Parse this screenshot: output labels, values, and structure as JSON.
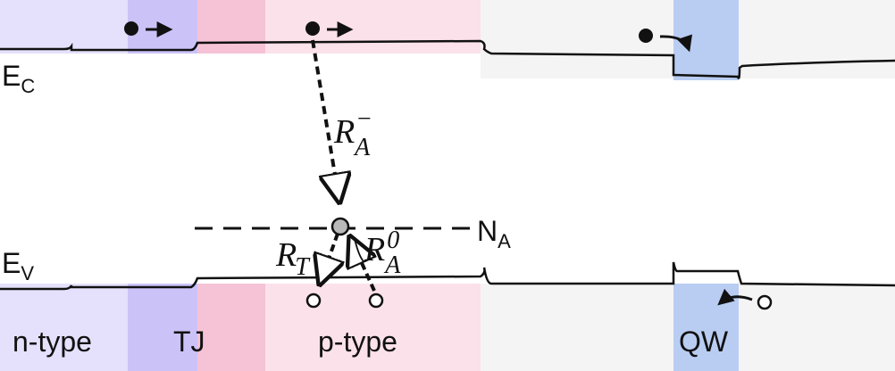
{
  "regions": {
    "n_type": "n-type",
    "tj": "TJ",
    "p_type": "p-type",
    "qw": "QW"
  },
  "band_labels": {
    "ec_main": "E",
    "ec_sub": "C",
    "ev_main": "E",
    "ev_sub": "V",
    "na_main": "N",
    "na_sub": "A"
  },
  "rates": {
    "ra_minus_main": "R",
    "ra_minus_sub": "A",
    "ra_minus_sup": "−",
    "rt_main": "R",
    "rt_sub": "T",
    "ra0_main": "R",
    "ra0_sub": "A",
    "ra0_sup": "0"
  },
  "colors": {
    "n_type": "#e5e0fb",
    "tj_left": "#cbc3f8",
    "tj_right": "#f5c2d6",
    "p_type": "#fbe1ea",
    "undoped": "#f4f4f4",
    "qw": "#b9cdf2",
    "band_line": "#111111"
  }
}
